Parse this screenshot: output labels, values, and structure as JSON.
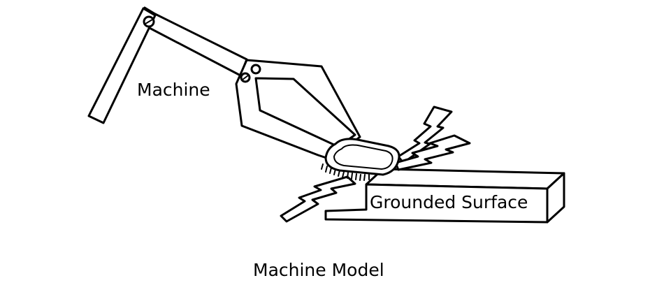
{
  "labels": {
    "machine": "Machine",
    "grounded_surface": "Grounded Surface",
    "caption": "Machine Model"
  },
  "colors": {
    "stroke": "#000000",
    "background": "#ffffff"
  }
}
